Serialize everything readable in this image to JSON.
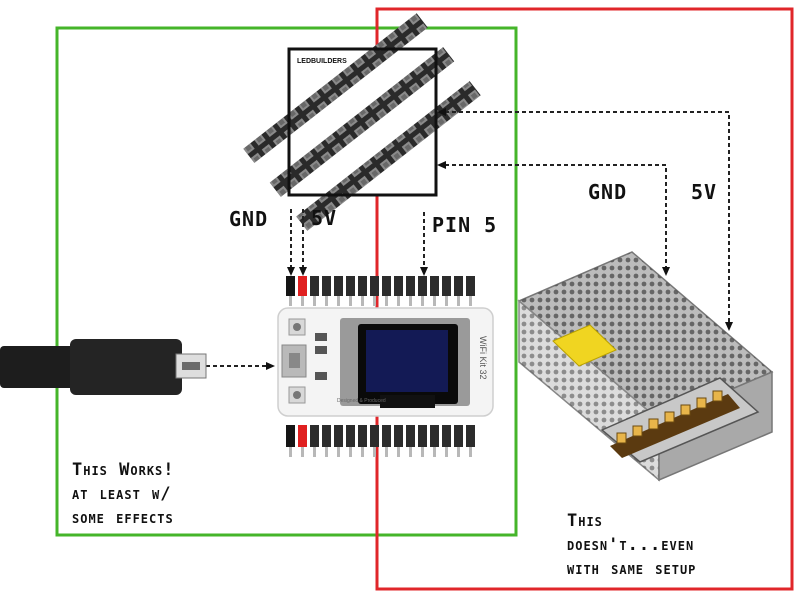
{
  "strip": {
    "brand": "LEDBUILDERS"
  },
  "labels": {
    "gnd_left": "GND",
    "v5_left": "5V",
    "pin5": "PIN 5",
    "gnd_right": "GND",
    "v5_right": "5V"
  },
  "board": {
    "model": "WiFi Kit 32",
    "credit": "Designed & Produced"
  },
  "notes": {
    "works": [
      "This Works!",
      "at least w/",
      "some effects"
    ],
    "fails": [
      "This",
      "doesn't...even",
      "with same setup"
    ]
  },
  "colors": {
    "works_box": "#45b52a",
    "fails_box": "#e0262a"
  },
  "icons": [
    "led-strip-icon",
    "esp32-board-icon",
    "usb-cable-icon",
    "power-supply-icon"
  ]
}
